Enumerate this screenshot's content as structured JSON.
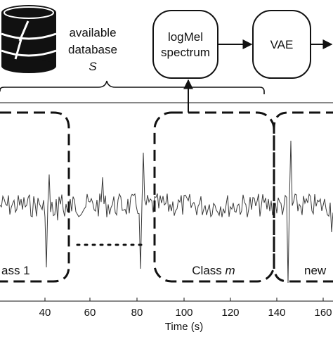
{
  "database": {
    "line1": "available",
    "line2": "database",
    "symbol": "S"
  },
  "blocks": {
    "logmel_line1": "logMel",
    "logmel_line2": "spectrum",
    "vae": "VAE"
  },
  "plot": {
    "xlabel": "Time (s)",
    "xticks": [
      "40",
      "60",
      "80",
      "100",
      "120",
      "140",
      "160"
    ],
    "segments": {
      "class_first": "ass 1",
      "class_m_word": "Class",
      "class_m_symbol": "m",
      "new": "new"
    }
  },
  "colors": {
    "ink": "#111111",
    "signal": "#3a3a3a",
    "background": "#ffffff"
  }
}
